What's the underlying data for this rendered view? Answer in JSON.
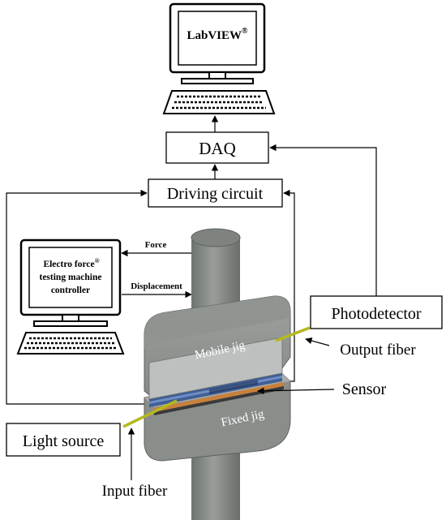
{
  "labels": {
    "labview": "LabVIEW",
    "labview_mark": "®",
    "daq": "DAQ",
    "driving_circuit": "Driving  circuit",
    "photodetector": "Photodetector",
    "controller_line1": "Electro force",
    "controller_mark": "®",
    "controller_line2": "testing machine",
    "controller_line3": "controller",
    "force": "Force",
    "displacement": "Displacement",
    "mobile_jig": "Mobile jig",
    "fixed_jig": "Fixed jig",
    "output_fiber": "Output fiber",
    "sensor": "Sensor",
    "light_source": "Light source",
    "input_fiber": "Input fiber"
  },
  "colors": {
    "jig": "#8f9390",
    "jig_dark": "#6c706d",
    "jig_light": "#b9bcb9",
    "fiber": "#b5b81f",
    "sensor_blue": "#3f5f96",
    "sensor_orange": "#c8803a"
  },
  "icons": {
    "top_computer": "computer-monitor-keyboard-icon",
    "left_computer": "computer-monitor-keyboard-icon"
  }
}
